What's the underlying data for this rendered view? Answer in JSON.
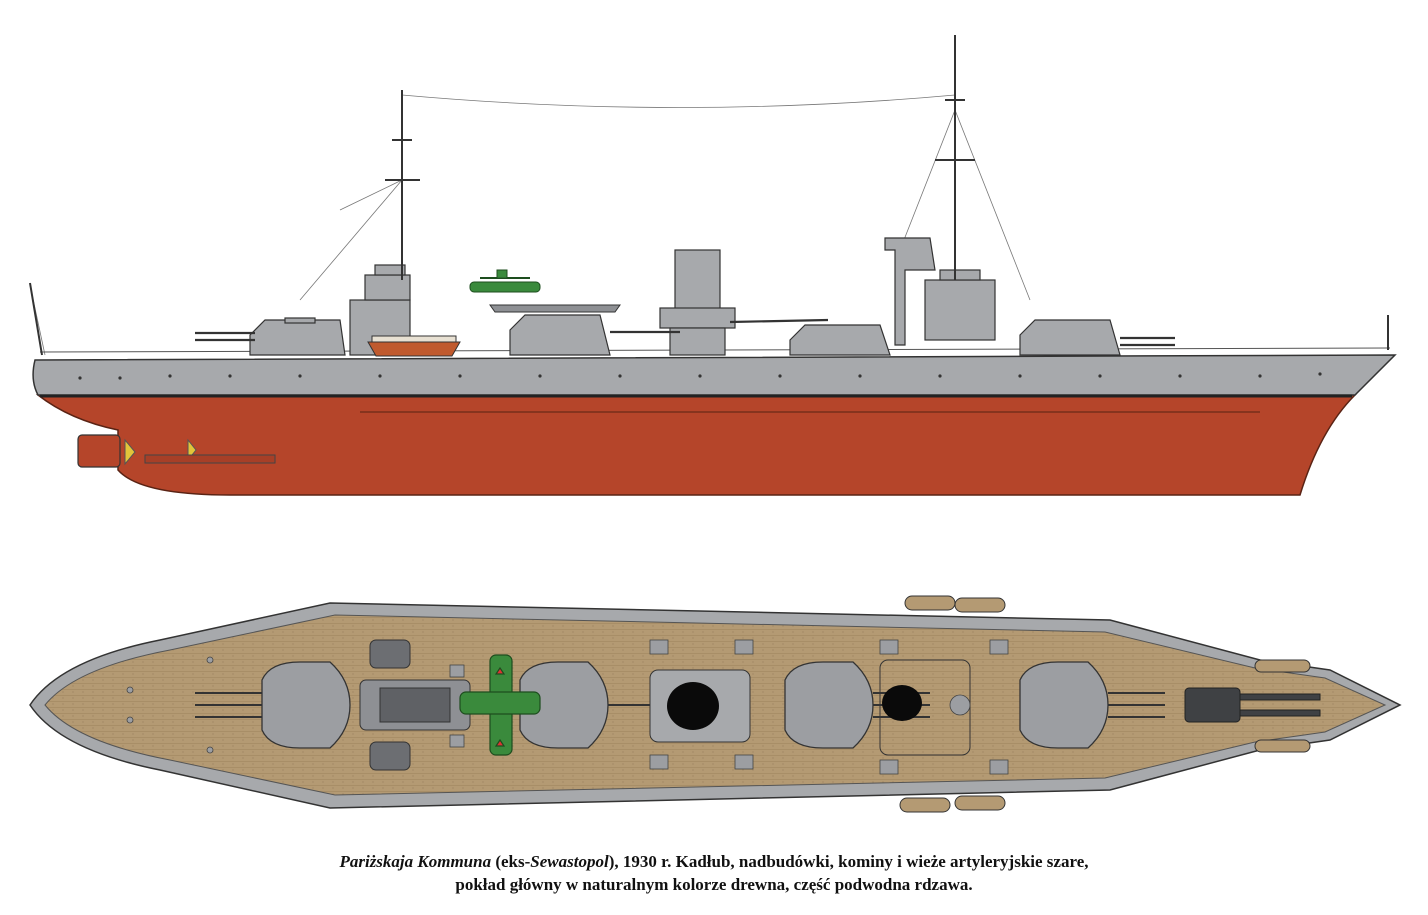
{
  "caption": {
    "line1": {
      "name_italic": "Pariżskaja Kommuna",
      "paren_open": " (eks-",
      "former_name_italic": "Sewastopol",
      "rest": "), 1930 r. Kadłub, nadbudówki, kominy i wieże artyleryjskie szare,"
    },
    "line2": "pokład główny w naturalnym kolorze drewna, część podwodna rdzawa."
  },
  "colors": {
    "hull_upper": "#a7a9ac",
    "hull_lower": "#b5452a",
    "deck_wood": "#b49a73",
    "turret": "#9c9ea2",
    "aircraft": "#3a8a3c",
    "ink": "#222222"
  }
}
